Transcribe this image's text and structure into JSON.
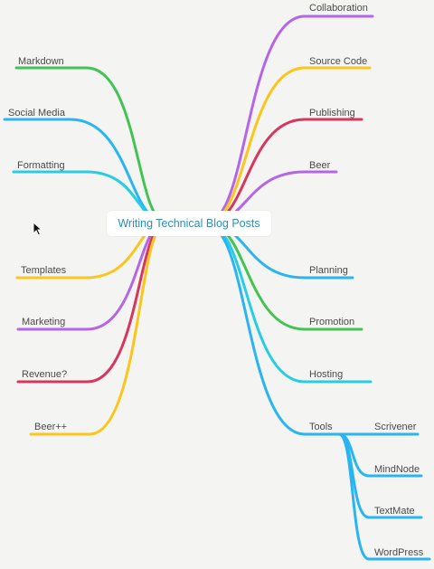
{
  "central_topic": "Writing Technical Blog Posts",
  "colors": {
    "background": "#f4f5f2",
    "central_text": "#2a8fb5",
    "purple": "#b566e6",
    "yellow": "#fcc51b",
    "red": "#d7365f",
    "green": "#43c354",
    "blue": "#2ab5f2",
    "cyan": "#29cde3"
  },
  "left_branches": [
    {
      "label": "Markdown",
      "color": "green"
    },
    {
      "label": "Social Media",
      "color": "blue"
    },
    {
      "label": "Formatting",
      "color": "cyan"
    },
    {
      "label": "Templates",
      "color": "yellow"
    },
    {
      "label": "Marketing",
      "color": "purple"
    },
    {
      "label": "Revenue?",
      "color": "red"
    },
    {
      "label": "Beer++",
      "color": "yellow"
    }
  ],
  "right_branches": [
    {
      "label": "Collaboration",
      "color": "purple"
    },
    {
      "label": "Source Code",
      "color": "yellow"
    },
    {
      "label": "Publishing",
      "color": "red"
    },
    {
      "label": "Beer",
      "color": "purple"
    },
    {
      "label": "Planning",
      "color": "blue"
    },
    {
      "label": "Promotion",
      "color": "green"
    },
    {
      "label": "Hosting",
      "color": "cyan"
    },
    {
      "label": "Tools",
      "color": "blue"
    }
  ],
  "tools_children": [
    {
      "label": "Scrivener",
      "color": "blue"
    },
    {
      "label": "MindNode",
      "color": "blue"
    },
    {
      "label": "TextMate",
      "color": "blue"
    },
    {
      "label": "WordPress",
      "color": "blue"
    }
  ],
  "cursor_icon": "arrow-pointer-icon"
}
